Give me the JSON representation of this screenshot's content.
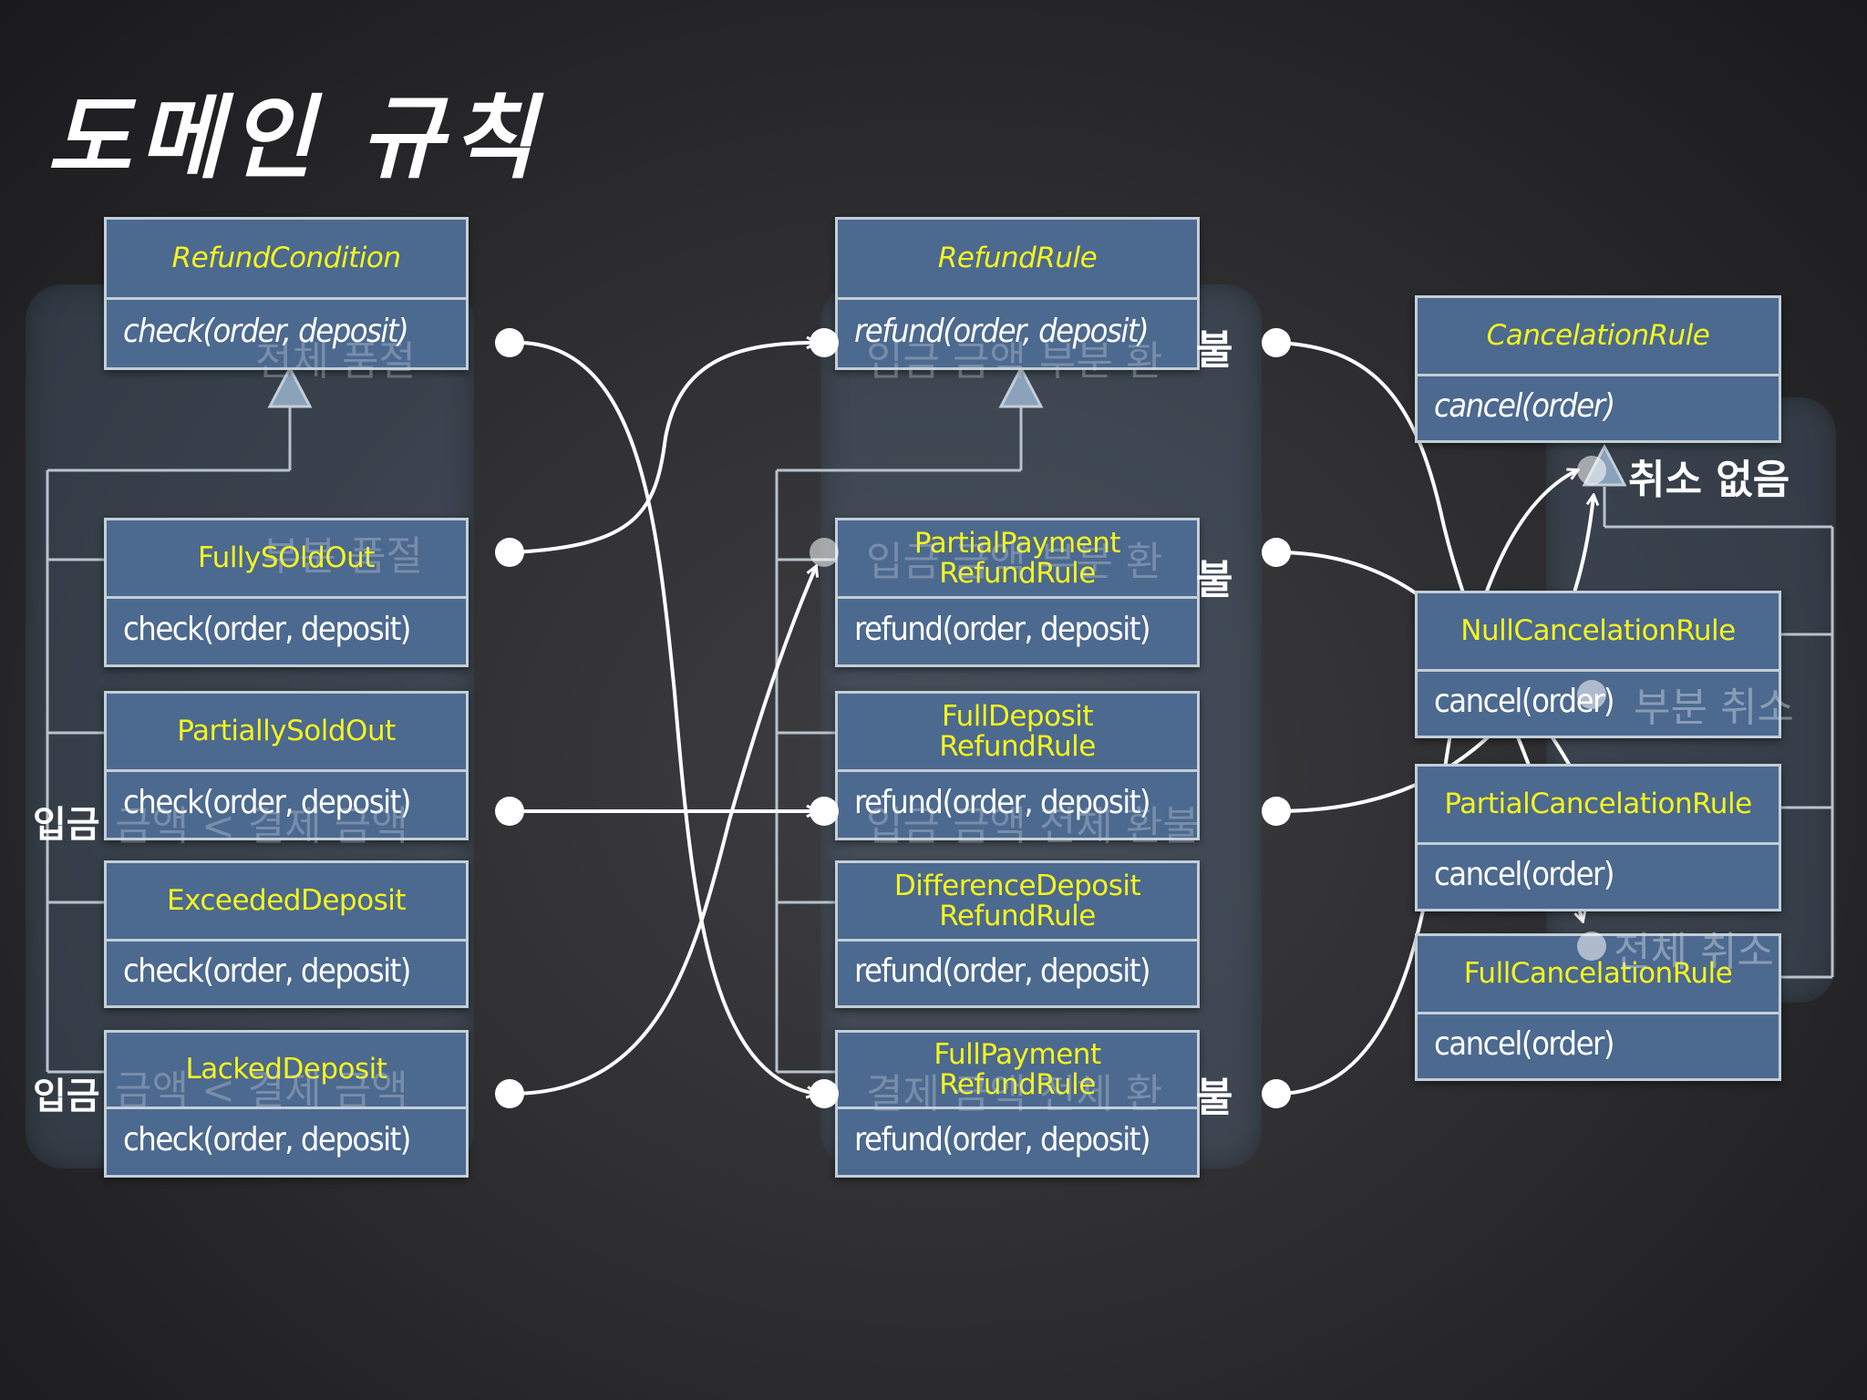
{
  "title": "도메인 규칙",
  "colors": {
    "background": "#2f2f32",
    "class_fill": "#4c698f",
    "class_border": "#c3ced8",
    "class_name_text": "#f4f41e",
    "method_text": "#ffffff",
    "panel": "#5f7d9b",
    "arrow": "#ffffff"
  },
  "columns": {
    "conditions": {
      "base": {
        "name": "RefundCondition",
        "method": "check(order, deposit)"
      },
      "subclasses": [
        {
          "name": "FullySOldOut",
          "method": "check(order, deposit)"
        },
        {
          "name": "PartiallySoldOut",
          "method": "check(order, deposit)"
        },
        {
          "name": "ExceededDeposit",
          "method": "check(order, deposit)"
        },
        {
          "name": "LackedDeposit",
          "method": "check(order, deposit)"
        }
      ]
    },
    "refund_rules": {
      "base": {
        "name": "RefundRule",
        "method": "refund(order, deposit)"
      },
      "subclasses": [
        {
          "name": "PartialPayment\nRefundRule",
          "method": "refund(order, deposit)"
        },
        {
          "name": "FullDeposit\nRefundRule",
          "method": "refund(order, deposit)"
        },
        {
          "name": "DifferenceDeposit\nRefundRule",
          "method": "refund(order, deposit)"
        },
        {
          "name": "FullPayment\nRefundRule",
          "method": "refund(order, deposit)"
        }
      ]
    },
    "cancelation_rules": {
      "base": {
        "name": "CancelationRule",
        "method": "cancel(order)"
      },
      "subclasses": [
        {
          "name": "NullCancelationRule",
          "method": "cancel(order)"
        },
        {
          "name": "PartialCancelationRule",
          "method": "cancel(order)"
        },
        {
          "name": "FullCancelationRule",
          "method": "cancel(order)"
        }
      ]
    }
  },
  "annotations": {
    "refund_rule_side": "불",
    "partial_payment_side": "불",
    "full_payment_side": "불",
    "cancel_none": "취소 없음",
    "cancel_partial": "부분 취소",
    "cancel_full": "전체 취소",
    "deposit_left_1": "입금",
    "deposit_left_2": "입금"
  },
  "ghost_text": {
    "refund_condition": "전체 품절",
    "fully_sold_out": "부분 품절",
    "partially_sold_out": "금액 < 결제 금액",
    "lacked_deposit": "금액 < 결제 금액",
    "refund_rule": "입금 금액 부분 환",
    "partial_payment": "입금 금액 부분 환",
    "full_deposit": "입금 금액 전체 환불",
    "full_payment": "결제 금액 전체 환"
  }
}
